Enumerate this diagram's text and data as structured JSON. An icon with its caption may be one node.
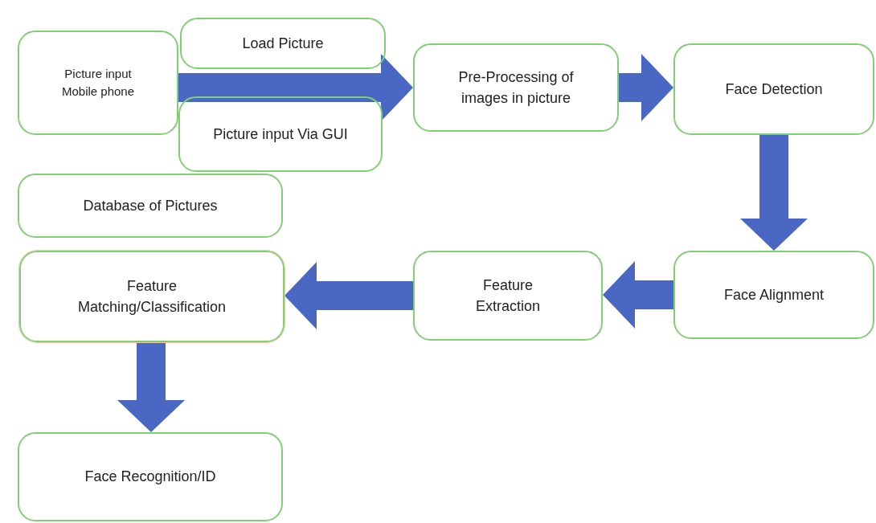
{
  "diagram": {
    "nodes": [
      {
        "text": [
          "Picture input Mobile phone"
        ]
      },
      {
        "text": [
          "Load Picture"
        ]
      },
      {
        "text": [
          "Picture input Via GUI"
        ]
      },
      {
        "text": [
          "Pre-Processing of images in picture"
        ]
      },
      {
        "text": [
          "Face Detection"
        ]
      },
      {
        "text": [
          "Database of Pictures"
        ]
      },
      {
        "text": [
          "Feature Matching/Classification"
        ]
      },
      {
        "text": [
          "Feature Extraction"
        ]
      },
      {
        "text": [
          "Face Alignment"
        ]
      },
      {
        "text": [
          "Face Recognition/ID"
        ]
      }
    ],
    "edges": [
      {
        "from": 0,
        "to": 3,
        "arrow": "to"
      },
      {
        "from": 3,
        "to": 4,
        "arrow": "to"
      },
      {
        "from": 4,
        "to": 8,
        "arrow": "to"
      },
      {
        "from": 8,
        "to": 7,
        "arrow": "to"
      },
      {
        "from": 7,
        "to": 6,
        "arrow": "to"
      },
      {
        "from": 6,
        "to": 9,
        "arrow": "to"
      }
    ]
  }
}
